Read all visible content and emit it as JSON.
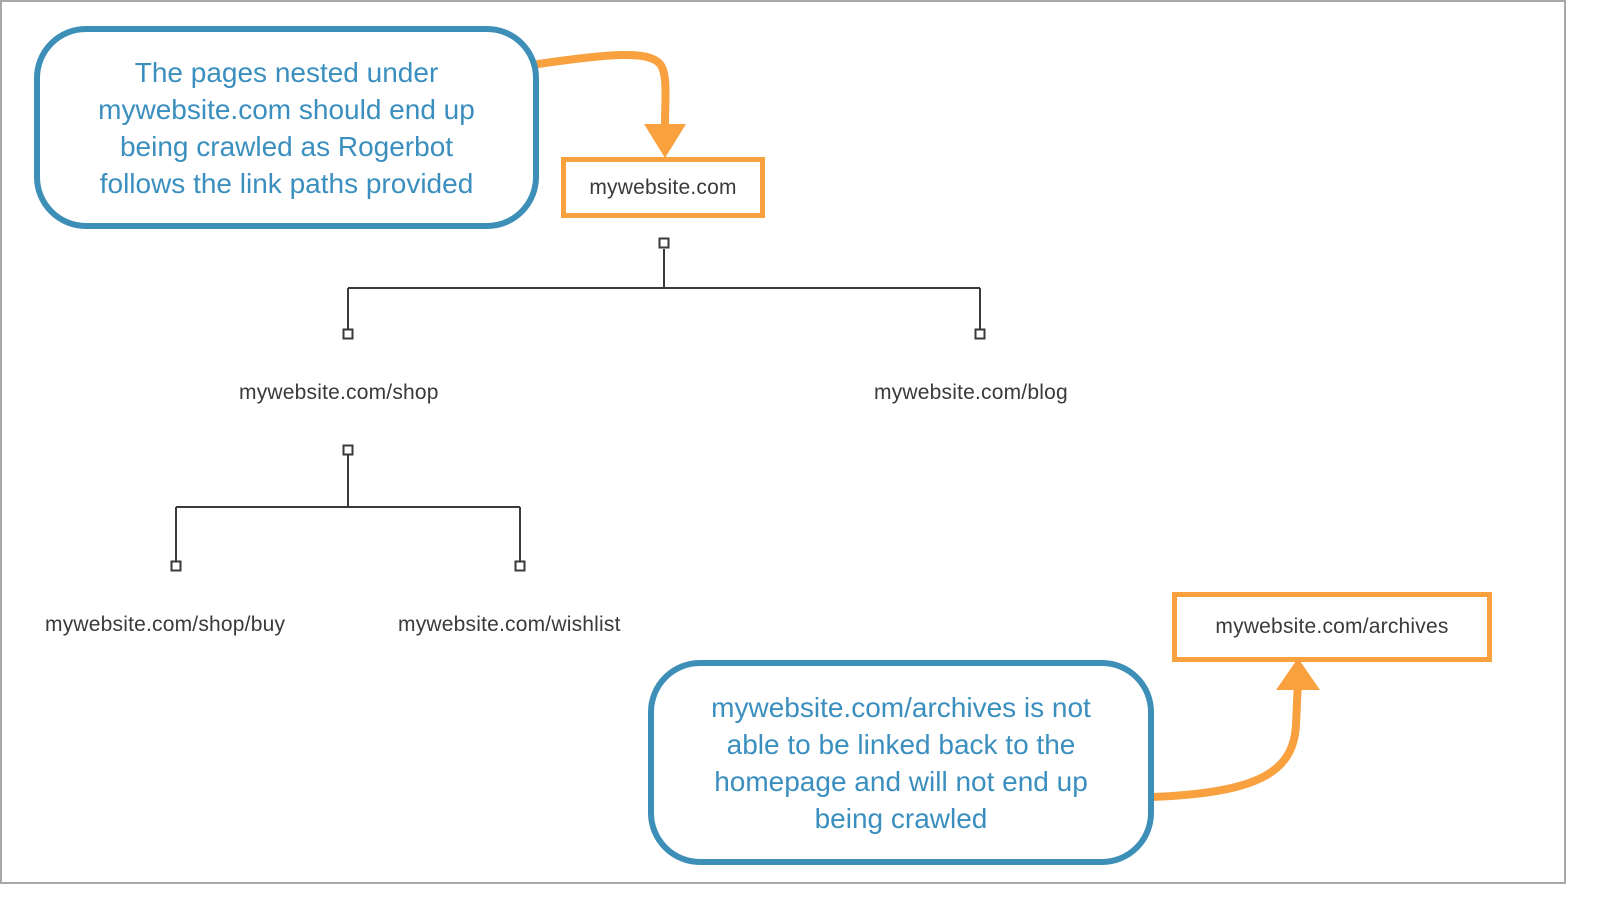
{
  "colors": {
    "callout_border": "#3d8fb8",
    "callout_text": "#3b8fbf",
    "highlight_border": "#f9a03f",
    "arrow": "#f9a03f",
    "connector": "#3a3a3a",
    "frame_border": "#a8a8a8"
  },
  "nodes": {
    "root": "mywebsite.com",
    "shop": "mywebsite.com/shop",
    "blog": "mywebsite.com/blog",
    "shop_buy": "mywebsite.com/shop/buy",
    "wishlist": "mywebsite.com/wishlist",
    "archives": "mywebsite.com/archives"
  },
  "callouts": {
    "top": "The pages nested under mywebsite.com should end up being crawled as Rogerbot follows the link paths provided",
    "bottom": "mywebsite.com/archives is not able to be linked back to the homepage and will not end up being crawled"
  }
}
